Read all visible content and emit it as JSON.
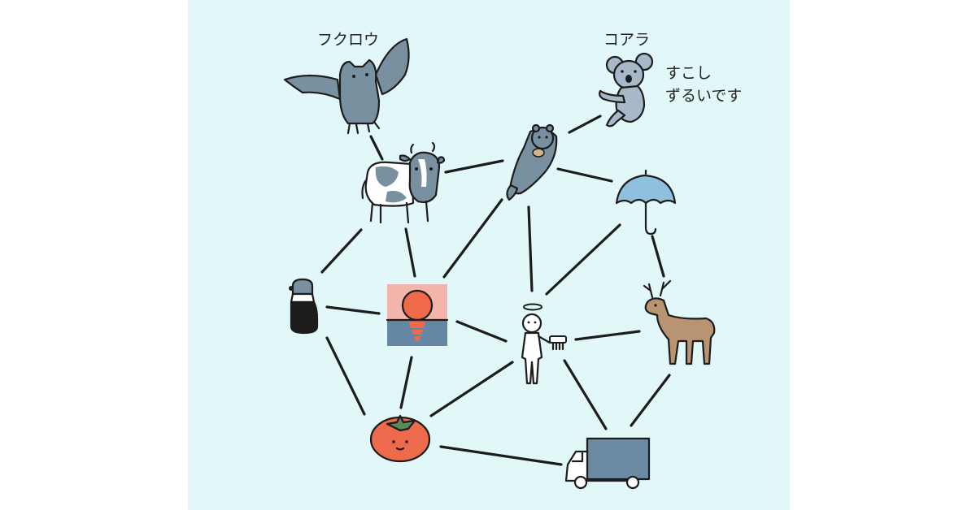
{
  "labels": {
    "owl": "フクロウ",
    "koala": "コアラ",
    "koala_note_line1": "すこし",
    "koala_note_line2": "ずるいです"
  },
  "nodes": [
    {
      "id": "owl",
      "icon": "owl-icon"
    },
    {
      "id": "koala",
      "icon": "koala-icon"
    },
    {
      "id": "cow",
      "icon": "cow-icon"
    },
    {
      "id": "otter",
      "icon": "sea-otter-icon"
    },
    {
      "id": "umbrella",
      "icon": "umbrella-icon"
    },
    {
      "id": "soy_sauce",
      "icon": "soy-sauce-bottle-icon"
    },
    {
      "id": "sunset",
      "icon": "sunset-over-sea-icon"
    },
    {
      "id": "angel",
      "icon": "angel-person-with-comb-icon"
    },
    {
      "id": "deer",
      "icon": "deer-icon"
    },
    {
      "id": "tomato",
      "icon": "tomato-icon"
    },
    {
      "id": "truck",
      "icon": "truck-icon"
    }
  ],
  "colors": {
    "background": "#e2f7f8",
    "animal_blue": "#7890a0",
    "koala": "#a7b8c8",
    "umbrella": "#8fc0de",
    "deer": "#b89473",
    "sunset_pink": "#f2b4ab",
    "sunset_sun": "#ef6a4a",
    "sunset_sea": "#6488a3",
    "tomato": "#ee6a4c",
    "truck": "#6c8aa4",
    "line": "#1c1c1c"
  }
}
